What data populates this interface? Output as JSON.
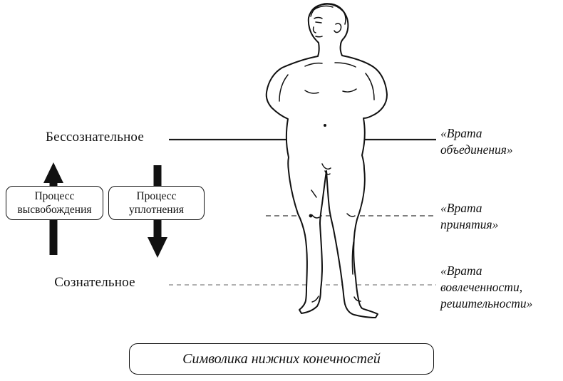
{
  "page": {
    "background": "#ffffff"
  },
  "levels": {
    "unconscious_label": "Бессознательное",
    "conscious_label": "Сознательное"
  },
  "processes": {
    "liberation": {
      "line1": "Процесс",
      "line2": "высвобождения"
    },
    "condensation": {
      "line1": "Процесс",
      "line2": "уплотнения"
    }
  },
  "gates": {
    "union": {
      "line1": "«Врата",
      "line2": "объединения»"
    },
    "acceptance": {
      "line1": "«Врата",
      "line2": "принятия»"
    },
    "involvement": {
      "line1": "«Врата",
      "line2": "вовлеченности,",
      "line3": "решительности»"
    }
  },
  "caption": {
    "text": "Символика нижних конечностей"
  },
  "colors": {
    "ink": "#111111",
    "solid_line": "#1a1a1a",
    "dashed_mid": "#555555",
    "dashed_light": "#999999"
  }
}
